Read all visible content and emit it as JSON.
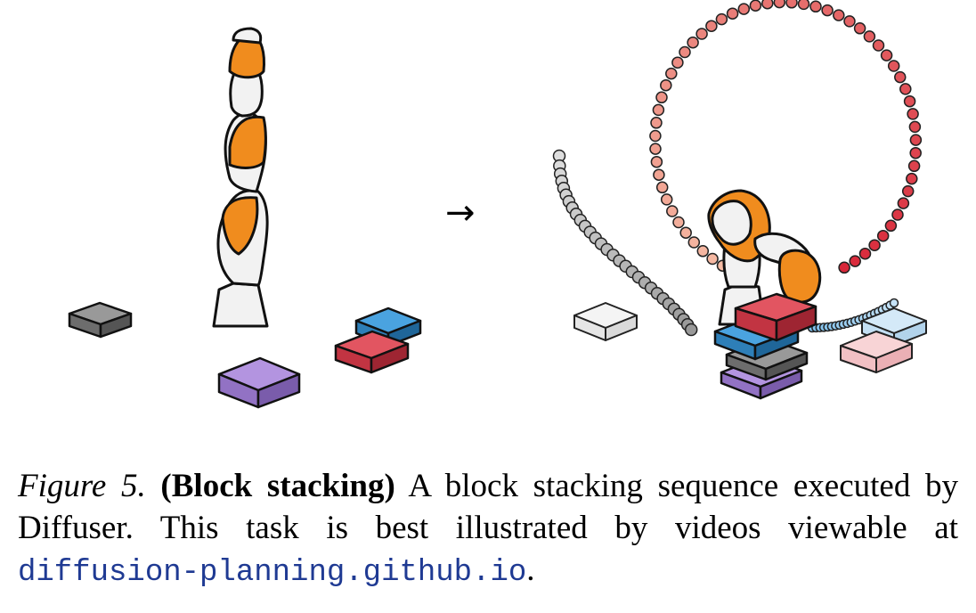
{
  "figure": {
    "arrow": "→",
    "colors": {
      "robot_orange": "#f08c1e",
      "robot_white": "#f2f2f2",
      "block_gray": "#777777",
      "block_blue": "#3a93d0",
      "block_red": "#d84452",
      "block_purple": "#a884d8",
      "trajectory_red": "#e84a4a",
      "trajectory_peach": "#f4b59a",
      "trajectory_gray": "#bbbbbb",
      "trajectory_lightblue": "#8cc8f0"
    },
    "panels": [
      "initial-scene",
      "stacking-sequence"
    ]
  },
  "caption": {
    "label": "Figure 5.",
    "bold_title": "(Block stacking)",
    "text_1": " A block stacking sequence executed by Diffuser.  This task is best illustrated by videos viewable at ",
    "link": "diffusion-planning.github.io",
    "end": "."
  }
}
